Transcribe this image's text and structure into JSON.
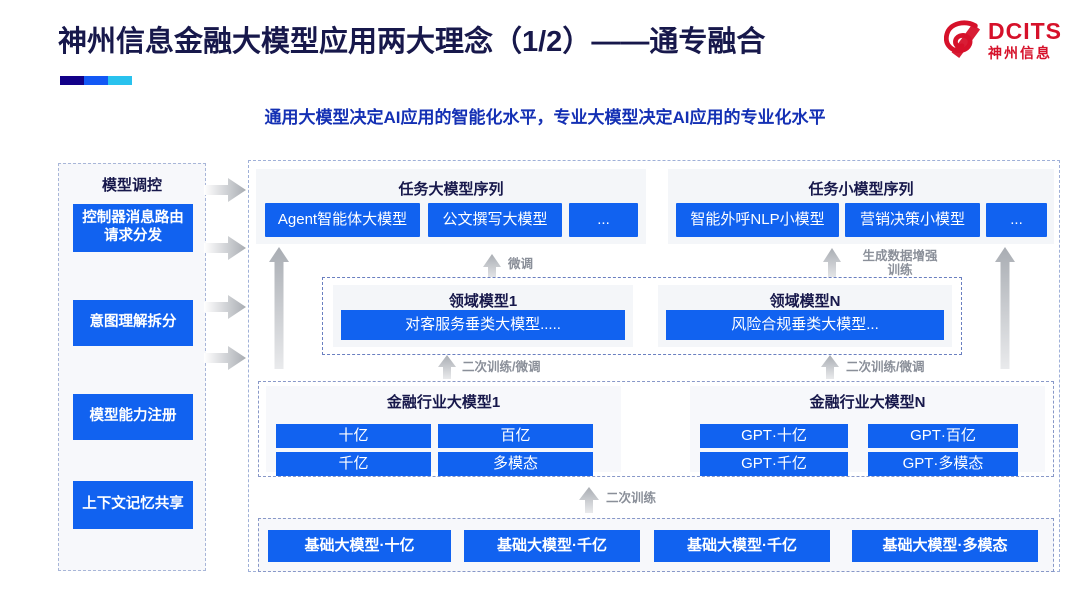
{
  "header": {
    "title": "神州信息金融大模型应用两大理念（1/2）——通专融合",
    "subtitle": "通用大模型决定AI应用的智能化水平，专业大模型决定AI应用的专业化水平",
    "logo_en": "DCITS",
    "logo_cn": "神州信息",
    "accent_colors": [
      "#120088",
      "#1358F5",
      "#29C2EE"
    ],
    "title_color": "#17184B",
    "subtitle_color": "#1430B4",
    "logo_color": "#D6112A"
  },
  "theme": {
    "blue_box": "#1162F0",
    "panel_bg": "#F4F6F9",
    "dashed_border": "#9FB0D8",
    "arrow_gray": "#BFC3C9",
    "label_gray": "#8A8F99"
  },
  "sidebar": {
    "title": "模型调控",
    "items": [
      {
        "label": "控制器消息路由请求分发"
      },
      {
        "label": "意图理解拆分"
      },
      {
        "label": "模型能力注册"
      },
      {
        "label": "上下文记忆共享"
      }
    ]
  },
  "task_panels": [
    {
      "title": "任务大模型序列",
      "boxes": [
        {
          "label": "Agent智能体大模型"
        },
        {
          "label": "公文撰写大模型"
        },
        {
          "label": "..."
        }
      ]
    },
    {
      "title": "任务小模型序列",
      "boxes": [
        {
          "label": "智能外呼NLP小模型"
        },
        {
          "label": "营销决策小模型"
        },
        {
          "label": "..."
        }
      ]
    }
  ],
  "domain_models": [
    {
      "title": "领域模型1",
      "label": "对客服务垂类大模型....."
    },
    {
      "title": "领域模型N",
      "label": "风险合规垂类大模型..."
    }
  ],
  "industry_models": [
    {
      "title": "金融行业大模型1",
      "cells": [
        "十亿",
        "百亿",
        "千亿",
        "多模态"
      ]
    },
    {
      "title": "金融行业大模型N",
      "cells": [
        "GPT·十亿",
        "GPT·百亿",
        "GPT·千亿",
        "GPT·多模态"
      ]
    }
  ],
  "base_models": [
    {
      "label": "基础大模型·十亿"
    },
    {
      "label": "基础大模型·千亿"
    },
    {
      "label": "基础大模型·千亿"
    },
    {
      "label": "基础大模型·多模态"
    }
  ],
  "arrow_labels": {
    "finetune": "微调",
    "gen_data_aug": "生成数据增强\n训练",
    "retrain_finetune_left": "二次训练/微调",
    "retrain_finetune_right": "二次训练/微调",
    "retrain": "二次训练"
  }
}
